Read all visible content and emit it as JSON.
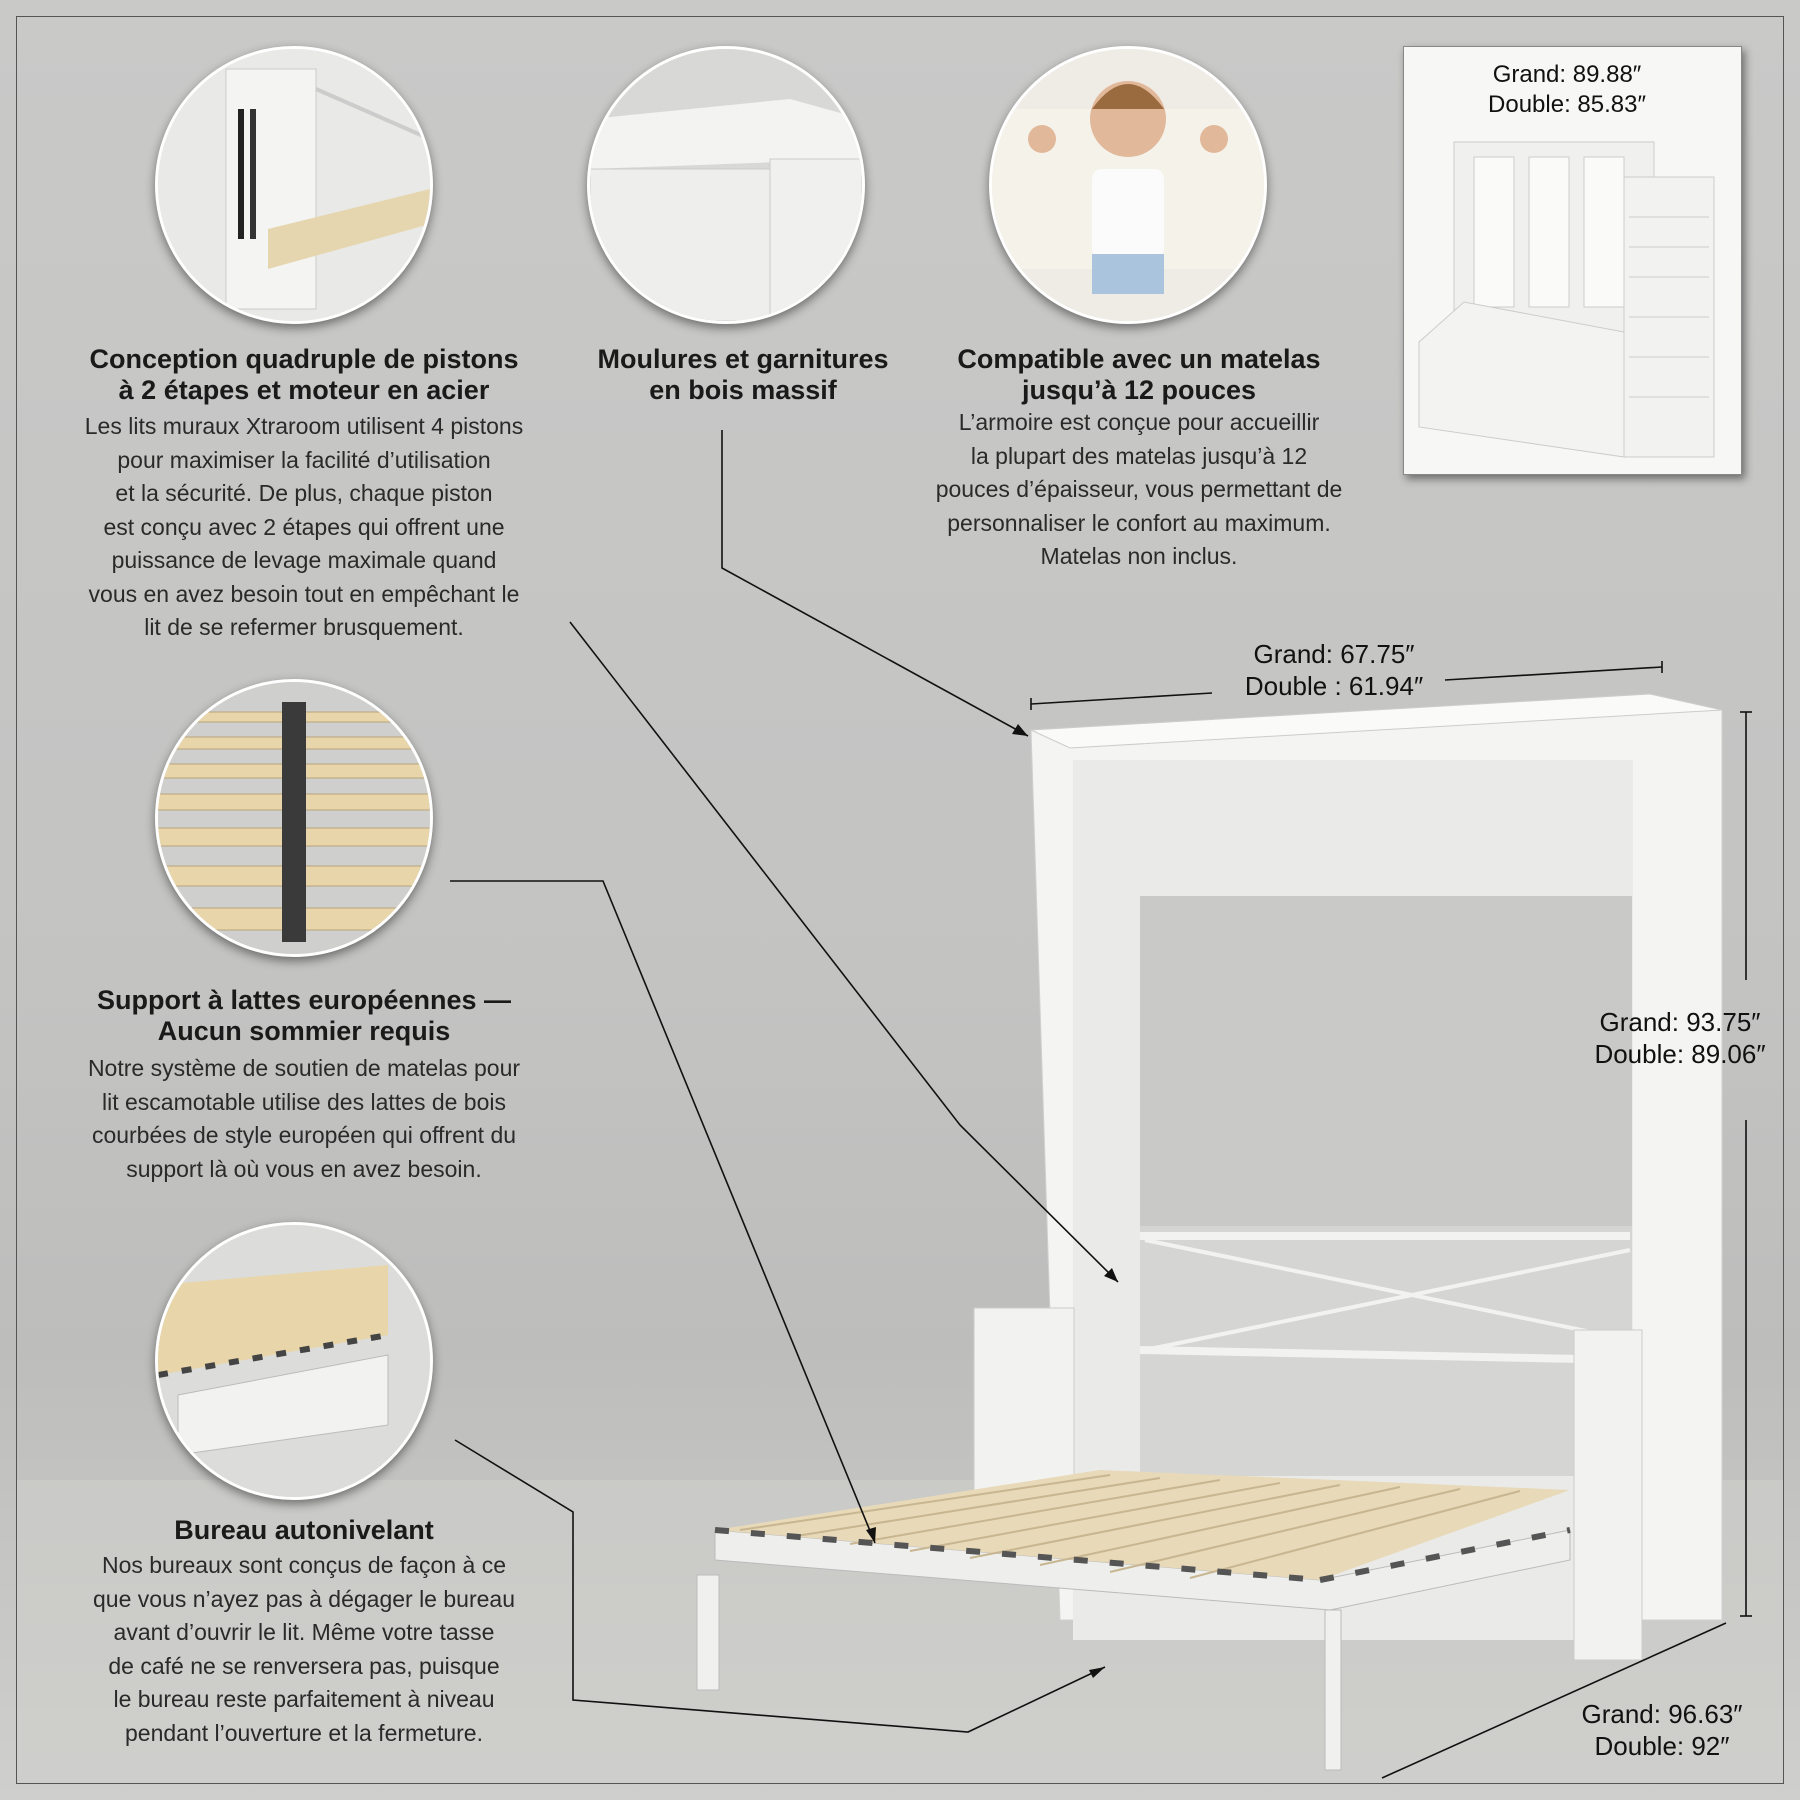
{
  "features": [
    {
      "title": [
        "Conception quadruple de pistons",
        "à 2 étapes et moteur en acier"
      ],
      "body": [
        "Les lits muraux Xtraroom utilisent 4 pistons",
        "pour maximiser la facilité d’utilisation",
        "et la sécurité. De plus, chaque piston",
        "est conçu avec 2 étapes qui offrent une",
        "puissance de levage maximale quand",
        "vous en avez besoin tout en empêchant le",
        "lit de se refermer brusquement."
      ]
    },
    {
      "title": [
        "Moulures et garnitures",
        "en bois massif"
      ],
      "body": []
    },
    {
      "title": [
        "Compatible avec un matelas",
        "jusqu’à 12 pouces"
      ],
      "body": [
        "L’armoire est conçue pour accueillir",
        "la plupart des matelas jusqu’à 12",
        "pouces d’épaisseur, vous permettant de",
        "personnaliser le confort au maximum.",
        "Matelas non inclus."
      ]
    },
    {
      "title": [
        "Support à lattes européennes —",
        "Aucun sommier requis"
      ],
      "body": [
        "Notre système de soutien de matelas pour",
        "lit escamotable utilise des lattes de bois",
        "courbées de style européen qui offrent du",
        "support là où vous en avez besoin."
      ]
    },
    {
      "title": [
        "Bureau autonivelant"
      ],
      "body": [
        "Nos bureaux sont conçus de façon à ce",
        "que vous n’ayez pas à dégager le bureau",
        "avant d’ouvrir le lit. Même votre tasse",
        "de café ne se renversera pas, puisque",
        "le bureau reste parfaitement à niveau",
        "pendant l’ouverture et la fermeture."
      ]
    }
  ],
  "dimensions": {
    "inset_width": [
      "Grand: 89.88″",
      "Double: 85.83″"
    ],
    "width": [
      "Grand: 67.75″",
      "Double : 61.94″"
    ],
    "height": [
      "Grand: 93.75″",
      "Double: 89.06″"
    ],
    "depth": [
      "Grand: 96.63″",
      "Double: 92″"
    ]
  },
  "colors": {
    "background": "#c6c6c5",
    "cabinet": "#f4f4f2",
    "slat": "#e8d9b8",
    "slat_cap": "#444444"
  }
}
